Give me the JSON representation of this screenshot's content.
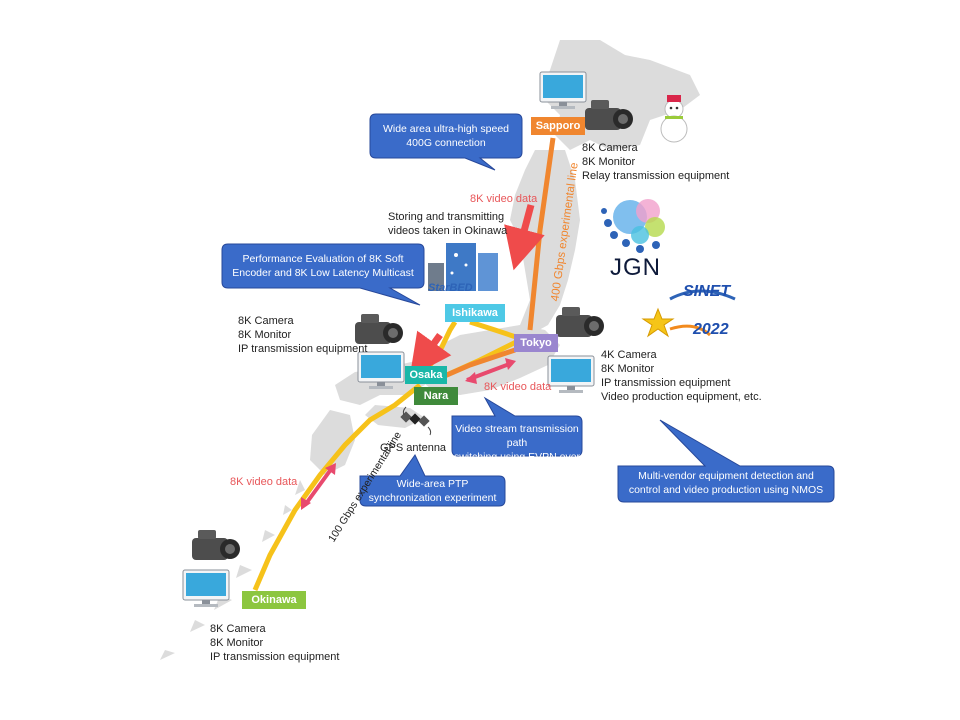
{
  "nodes": {
    "sapporo": {
      "label": "Sapporo",
      "color": "#f0862f"
    },
    "ishikawa": {
      "label": "Ishikawa",
      "color": "#4ec9e6"
    },
    "tokyo": {
      "label": "Tokyo",
      "color": "#9a86cf"
    },
    "osaka": {
      "label": "Osaka",
      "color": "#19b7a8"
    },
    "nara": {
      "label": "Nara",
      "color": "#3f8a3b"
    },
    "okinawa": {
      "label": "Okinawa",
      "color": "#8cc63f"
    }
  },
  "lines": {
    "line_400g": {
      "label": "400 Gbps experimental line",
      "color": "#f0862f"
    },
    "line_100g": {
      "label": "100 Gbps experimental line",
      "color": "#f6c21a"
    }
  },
  "arrow_labels": {
    "sapporo_video": "8K video data",
    "tokyo_video": "8K video data",
    "okinawa_video": "8K video data"
  },
  "callouts": {
    "wide_area_400g": [
      "Wide area ultra-high speed",
      "400G connection"
    ],
    "starbed_eval": [
      "Performance Evaluation of 8K Soft",
      "Encoder and 8K Low Latency Multicast"
    ],
    "evpn": [
      "Video stream transmission path",
      "switching using EVPN over SR-MPLS"
    ],
    "ptp": [
      "Wide-area PTP",
      "synchronization experiment"
    ],
    "nmos": [
      "Multi-vendor equipment detection and",
      "control and video production using NMOS"
    ]
  },
  "equipment": {
    "sapporo": [
      "8K Camera",
      "8K Monitor",
      "Relay transmission equipment"
    ],
    "ishikawa": [
      "8K Camera",
      "8K Monitor",
      "IP transmission equipment"
    ],
    "tokyo": [
      "4K Camera",
      "8K Monitor",
      "IP transmission equipment",
      "Video production equipment, etc."
    ],
    "okinawa": [
      "8K Camera",
      "8K Monitor",
      "IP transmission equipment"
    ]
  },
  "notes": {
    "storing": [
      "Storing and transmitting",
      "videos taken in Okinawa"
    ],
    "gps": "GPS antenna"
  },
  "logos": {
    "starbed": "StarBED",
    "jgn": "JGN",
    "sinet": "SINET",
    "sinet_year": "2022"
  },
  "colors": {
    "callout_fill": "#3a6bc9",
    "callout_stroke": "#27489a",
    "arrow_red": "#ef4b4b",
    "arrow_pink": "#e84a6e",
    "map_gray": "#d9d9d9"
  }
}
